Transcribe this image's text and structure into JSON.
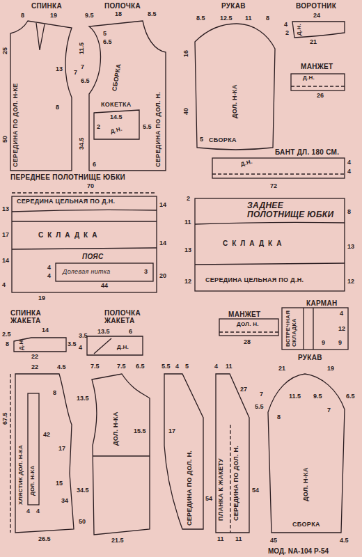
{
  "diagram": {
    "nodes": [
      {
        "text": [
          "СПИНКА",
          "СЕРЕДИНА ПО ДОЛ. Н-КЕ"
        ]
      },
      {
        "text": [
          "ПОЛОЧКА",
          "СБОРКА",
          "СЕРЕДИНА ПО ДОЛ. Н."
        ]
      },
      {
        "text": [
          "КОКЕТКА",
          "Д.Н."
        ],
        "in": 1
      },
      {
        "text": [
          "РУКАВ",
          "ДОЛ. Н-КА",
          "СБОРКА"
        ]
      },
      {
        "text": [
          "ВОРОТНИК",
          "Д.Н."
        ]
      },
      {
        "text": [
          "МАНЖЕТ",
          "Д.Н."
        ]
      },
      {
        "text": [
          "БАНТ ДЛ. 180 СМ.",
          "Д.Н."
        ]
      },
      {
        "text": [
          "ПЕРЕДНЕЕ ПОЛОТНИЩЕ ЮБКИ",
          "СЕРЕДИНА ЦЕЛЬНАЯ ПО Д.Н.",
          "СКЛАДКА"
        ]
      },
      {
        "text": [
          "ПОЯС",
          "Долевая нитка"
        ],
        "in": 7
      },
      {
        "text": [
          "ЗАДНЕЕ ПОЛОТНИЩЕ ЮБКИ",
          "СКЛАДКА",
          "СЕРЕДИНА ЦЕЛЬНАЯ ПО Д.Н."
        ]
      },
      {
        "text": [
          "СПИНКА ЖАКЕТА",
          "Д.Н."
        ]
      },
      {
        "text": [
          "ПОЛОЧКА ЖАКЕТА",
          "Д.Н."
        ]
      },
      {
        "text": [
          "МАНЖЕТ",
          "ДОЛ. Н."
        ]
      },
      {
        "text": [
          "КАРМАН",
          "ВСТРЕЧНАЯ СКЛАДКА"
        ]
      },
      {
        "text": [
          "ХЛЯСТИК ДОЛ. Н-КА",
          "ДОЛ. Н-КА"
        ]
      },
      {
        "text": [
          "ДОЛ. Н-КА"
        ]
      },
      {
        "text": [
          "СЕРЕДИНА ПО ДОЛ. Н."
        ]
      },
      {
        "text": [
          "ПЛАНКА К ЖАКЕТУ",
          "СЕРЕДИНА ПО ДОЛ. Н."
        ]
      },
      {
        "text": [
          "РУКАВ",
          "ДОЛ. Н-КА",
          "СБОРКА"
        ]
      }
    ],
    "labels": [
      "8",
      "19",
      "25",
      "7",
      "13",
      "8",
      "50",
      "9.5",
      "18",
      "8.5",
      "5",
      "6.5",
      "11.5",
      "7",
      "6.5",
      "34.5",
      "6",
      "14.5",
      "2",
      "5.5",
      "8.5",
      "12.5",
      "11",
      "8",
      "16",
      "40",
      "5",
      "24",
      "4",
      "2",
      "21",
      "26",
      "4",
      "4",
      "72",
      "70",
      "13",
      "17",
      "14",
      "4",
      "19",
      "14",
      "14",
      "20",
      "4",
      "4",
      "44",
      "3",
      "2",
      "11",
      "13",
      "12",
      "8",
      "13",
      "12",
      "2.5",
      "8",
      "14",
      "3.5",
      "22",
      "3.5",
      "13.5",
      "6",
      "4",
      "28",
      "4",
      "12",
      "9",
      "9",
      "22",
      "4.5",
      "67.5",
      "8",
      "42",
      "17",
      "15",
      "34",
      "26.5",
      "4",
      "4",
      "7.5",
      "7.5",
      "6.5",
      "13.5",
      "15.5",
      "34.5",
      "50",
      "21.5",
      "5.5",
      "4",
      "5",
      "17",
      "54",
      "4",
      "11",
      "27",
      "54",
      "11",
      "11",
      "21",
      "19",
      "11.5",
      "9.5",
      "8",
      "7",
      "5.5",
      "7",
      "6.5",
      "45",
      "4.5",
      "МОД. NA-104 Р-54"
    ]
  }
}
